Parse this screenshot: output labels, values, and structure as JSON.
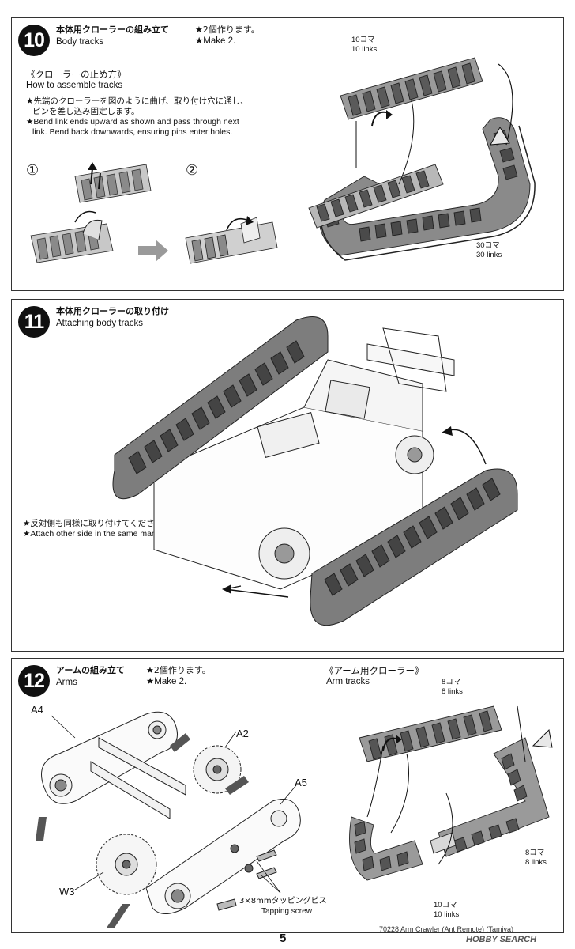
{
  "step10": {
    "number": "10",
    "title_jp": "本体用クローラーの組み立て",
    "title_en": "Body tracks",
    "note_jp": "★2個作ります。",
    "note_en": "★Make 2.",
    "sub_jp": "《クローラーの止め方》",
    "sub_en": "How to assemble tracks",
    "instr_jp_1": "★先端のクローラーを図のように曲げ、取り付け穴に通し、",
    "instr_jp_2": "ピンを差し込み固定します。",
    "instr_en_1": "★Bend link ends upward as shown and pass through next",
    "instr_en_2": "link. Bend back downwards, ensuring pins enter holes.",
    "circle1": "①",
    "circle2": "②",
    "links10_jp": "10コマ",
    "links10_en": "10 links",
    "links30_jp": "30コマ",
    "links30_en": "30 links"
  },
  "step11": {
    "number": "11",
    "title_jp": "本体用クローラーの取り付け",
    "title_en": "Attaching body tracks",
    "note_jp": "★反対側も同様に取り付けてください。",
    "note_en": "★Attach other side in the same manner."
  },
  "step12": {
    "number": "12",
    "title_jp": "アームの組み立て",
    "title_en": "Arms",
    "note_jp": "★2個作ります。",
    "note_en": "★Make 2.",
    "sub_jp": "《アーム用クローラー》",
    "sub_en": "Arm tracks",
    "parts": {
      "a4": "A4",
      "a2": "A2",
      "a5": "A5",
      "w3": "W3"
    },
    "screw_jp": "3×8mmタッピングビス",
    "screw_en": "Tapping screw",
    "links8a_jp": "8コマ",
    "links8a_en": "8 links",
    "links8b_jp": "8コマ",
    "links8b_en": "8 links",
    "links10_jp": "10コマ",
    "links10_en": "10 links"
  },
  "footer": {
    "page": "5",
    "code": "70228  Arm Crawler (Ant Remote) (Tamiya)",
    "watermark": "HOBBY SEARCH"
  },
  "colors": {
    "ink": "#111111",
    "track_fill": "#8a8a8a",
    "track_dark": "#3a3a3a",
    "panel_border": "#333333"
  }
}
